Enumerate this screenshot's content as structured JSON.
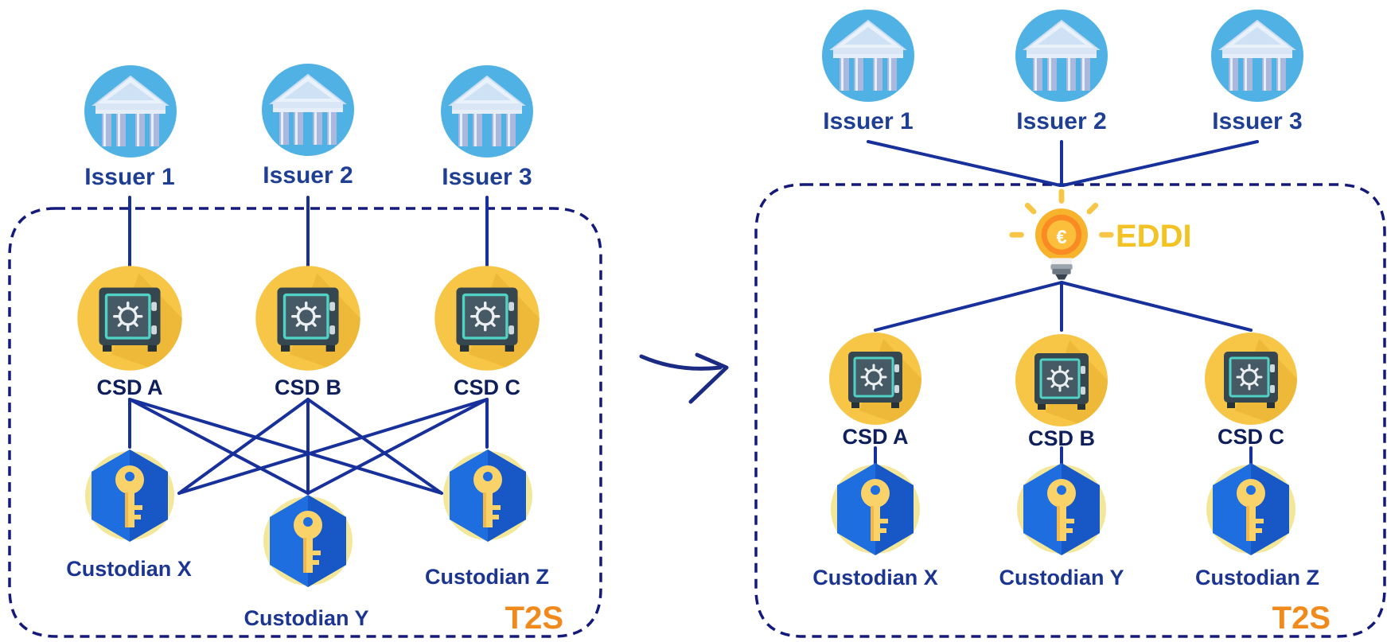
{
  "colors": {
    "connector": "#17309a",
    "boundary": "#131a7a",
    "issuer_text": "#1f3f94",
    "csd_text": "#0e1f5c",
    "custodian_text": "#1b3591",
    "t2s_text": "#f08a1c",
    "eddi_text": "#f3c325",
    "bank_circle": "#4fb1e4",
    "safe_circle": "#f7c647",
    "key_badge": "#1f6ee0"
  },
  "icons": {
    "issuer": "bank-building-icon",
    "csd": "safe-vault-icon",
    "custodian": "key-badge-icon",
    "eddi": "euro-lightbulb-icon",
    "transition": "curved-arrow-icon"
  },
  "left_diagram": {
    "issuers": [
      "Issuer 1",
      "Issuer 2",
      "Issuer 3"
    ],
    "csds": [
      "CSD A",
      "CSD B",
      "CSD C"
    ],
    "custodians": [
      "Custodian X",
      "Custodian Y",
      "Custodian Z"
    ],
    "boundary_label": "T2S"
  },
  "right_diagram": {
    "issuers": [
      "Issuer 1",
      "Issuer 2",
      "Issuer 3"
    ],
    "hub_label": "EDDI",
    "csds": [
      "CSD A",
      "CSD B",
      "CSD C"
    ],
    "custodians": [
      "Custodian X",
      "Custodian Y",
      "Custodian Z"
    ],
    "boundary_label": "T2S"
  }
}
